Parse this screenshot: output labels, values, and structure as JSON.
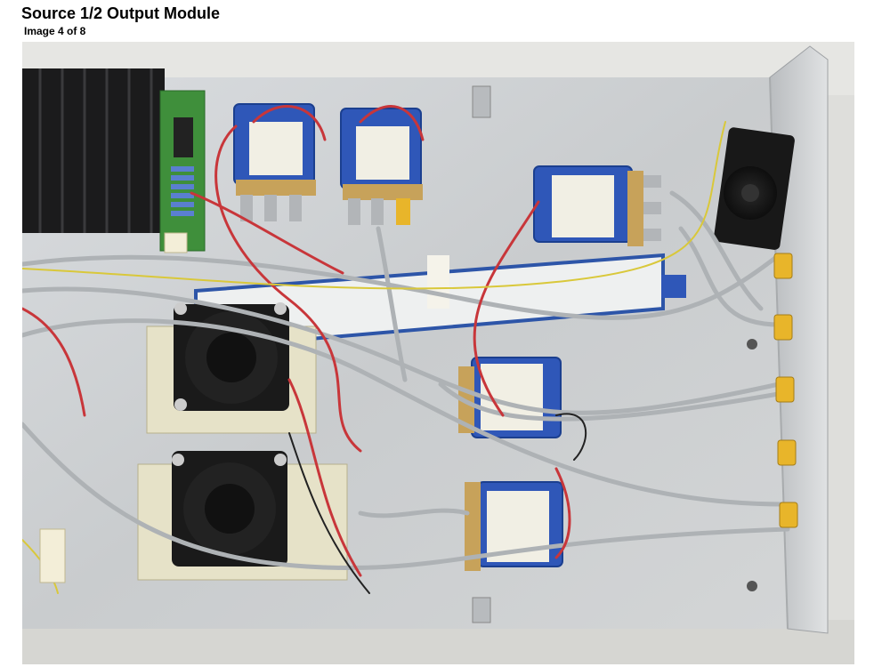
{
  "header": {
    "title": "Source 1/2 Output Module",
    "subtitle": "Image 4 of 8"
  },
  "photo": {
    "subject": "source-output-module-interior",
    "colors": {
      "plate": "#cfd2d4",
      "bench": "#e2e2e0",
      "heatsink": "#1b1b1c",
      "pcb": "#3f8f3b",
      "switch_blue": "#2f57b8",
      "fan": "#1e1e1e",
      "gold": "#e8b52a",
      "red_wire": "#c8363a"
    }
  }
}
